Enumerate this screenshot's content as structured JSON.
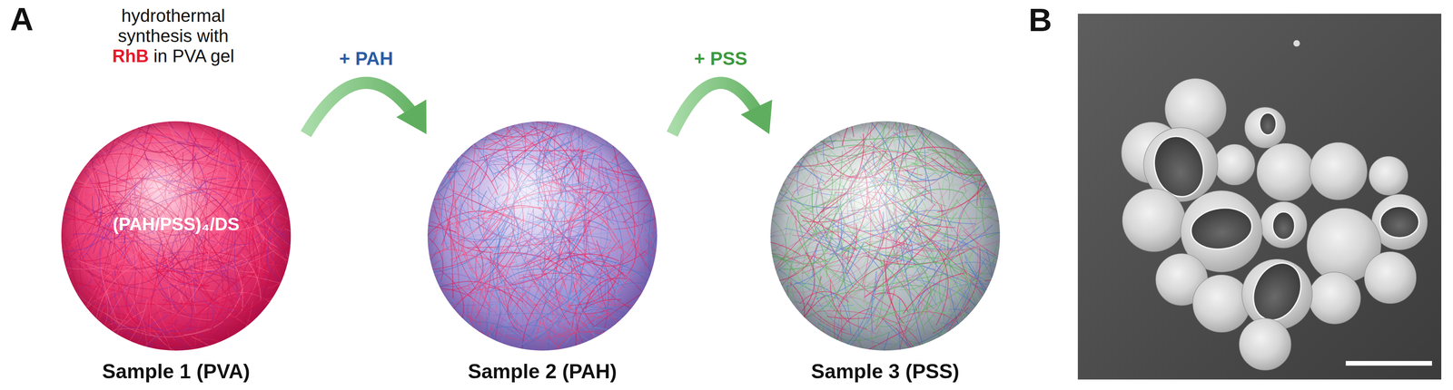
{
  "diagram": {
    "nodes": [
      {
        "text": [
          "(PAH/PSS)₄/DS",
          "Sample 1 (PVA)"
        ]
      },
      {
        "text": [
          "Sample 2 (PAH)"
        ]
      },
      {
        "text": [
          "Sample 3 (PSS)"
        ]
      }
    ],
    "edges": [
      {
        "from": 0,
        "to": 1,
        "label": "+ PAH",
        "arrow": "to"
      },
      {
        "from": 1,
        "to": 2,
        "label": "+ PSS",
        "arrow": "to"
      }
    ],
    "labels": [
      "A",
      "hydrothermal synthesis with",
      "RhB",
      "in PVA gel",
      "B"
    ]
  }
}
